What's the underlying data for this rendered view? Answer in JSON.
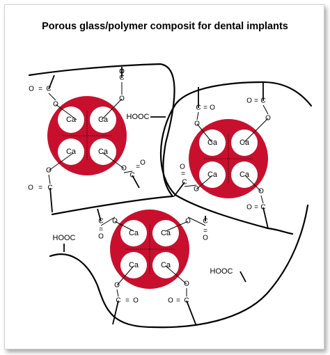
{
  "title": "Porous glass/polymer composit for dental implants",
  "labels": {
    "calcium": "Ca",
    "carboxyl": "HOOC",
    "oxygen": "O",
    "carbon": "C",
    "double_bond": "="
  },
  "colors": {
    "particle": "#c8102e",
    "line": "#000000",
    "background": "#ffffff"
  }
}
